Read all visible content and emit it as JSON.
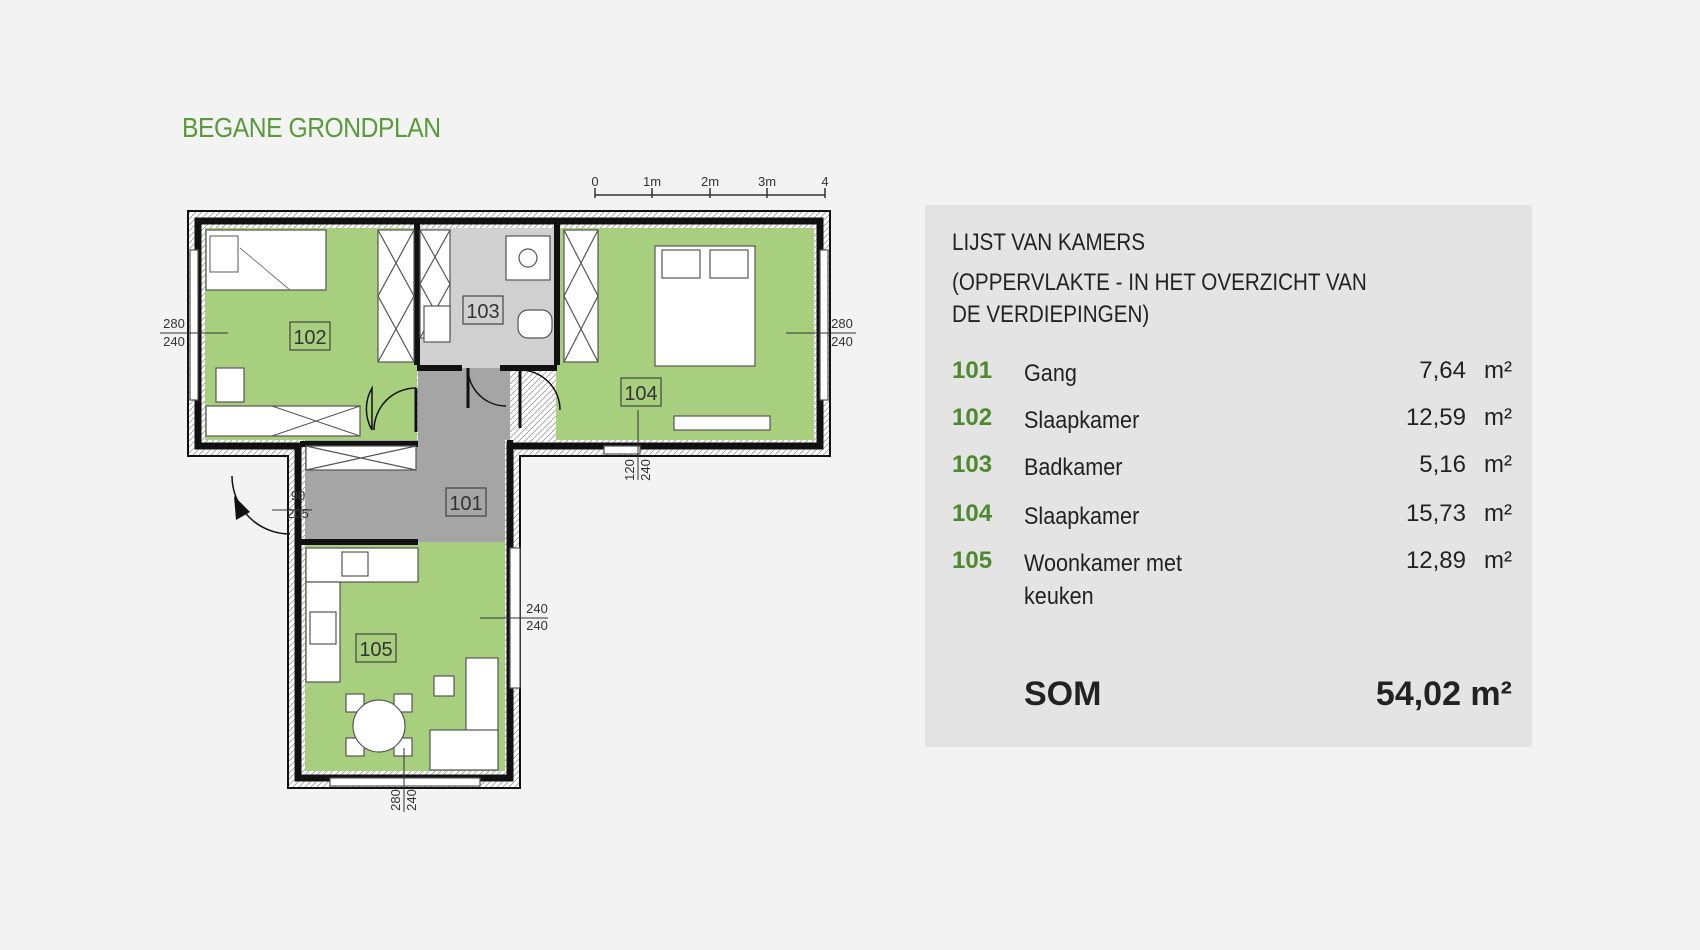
{
  "plan": {
    "title": "BEGANE GRONDPLAN",
    "scale_labels": [
      "0",
      "1m",
      "2m",
      "3m",
      "4"
    ],
    "rooms": [
      {
        "id": "101"
      },
      {
        "id": "102"
      },
      {
        "id": "103"
      },
      {
        "id": "104"
      },
      {
        "id": "105"
      }
    ],
    "window_dims": [
      {
        "top": "280",
        "bottom": "240"
      },
      {
        "top": "280",
        "bottom": "240"
      },
      {
        "top": "120",
        "bottom": "240"
      },
      {
        "top": "240",
        "bottom": "240"
      },
      {
        "top": "280",
        "bottom": "240"
      }
    ],
    "door_dim": {
      "top": "90",
      "bottom": "205"
    },
    "colors": {
      "room_green": "#a7cf7e",
      "corridor_gray": "#a4a5a4",
      "bath_gray": "#cfd0cf",
      "wall": "#111111",
      "title_green": "#5a9a3c"
    }
  },
  "panel": {
    "heading": "LIJST VAN KAMERS",
    "subheading_line1": "(OPPERVLAKTE - IN HET OVERZICHT VAN",
    "subheading_line2": "DE VERDIEPINGEN)",
    "rooms": [
      {
        "num": "101",
        "name": "Gang",
        "area": "7,64",
        "unit": "m²"
      },
      {
        "num": "102",
        "name": "Slaapkamer",
        "area": "12,59",
        "unit": "m²"
      },
      {
        "num": "103",
        "name": "Badkamer",
        "area": "5,16",
        "unit": "m²"
      },
      {
        "num": "104",
        "name": "Slaapkamer",
        "area": "15,73",
        "unit": "m²"
      },
      {
        "num": "105",
        "name": "Woonkamer met keuken",
        "area": "12,89",
        "unit": "m²"
      }
    ],
    "sum_label": "SOM",
    "sum_value": "54,02 m²"
  }
}
